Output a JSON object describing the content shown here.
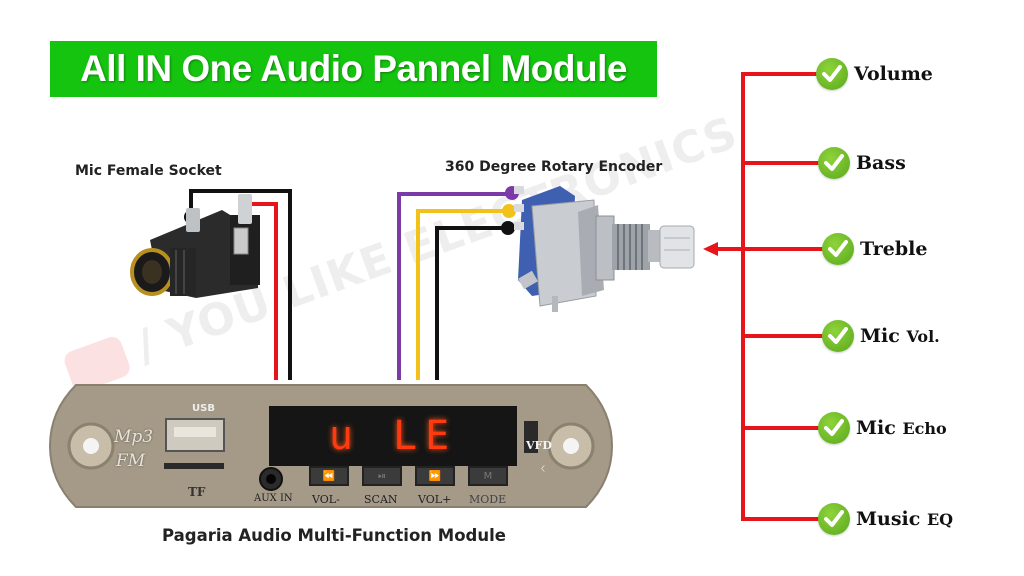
{
  "title": "All IN One Audio Pannel Module",
  "labels": {
    "mic_socket": "Mic Female Socket",
    "encoder": "360 Degree Rotary Encoder",
    "module": "Pagaria Audio Multi-Function Module"
  },
  "watermark": "/ YOU LIKE ELECTRONICS",
  "module_panel": {
    "usb_label": "USB",
    "tf_label": "TF",
    "logo_top": "Mp3",
    "logo_bottom": "FM",
    "display_text": "u LE",
    "vfd_label": "VFD",
    "aux_label": "AUX IN",
    "buttons": [
      {
        "label": "VOL-",
        "icon": "rewind-icon"
      },
      {
        "label": "SCAN",
        "icon": "play-pause-icon"
      },
      {
        "label": "VOL+",
        "icon": "fast-forward-icon"
      },
      {
        "label": "MODE",
        "icon": "mode-icon"
      }
    ]
  },
  "features": [
    {
      "main": "Volume",
      "sub": ""
    },
    {
      "main": "Bass",
      "sub": ""
    },
    {
      "main": "Treble",
      "sub": ""
    },
    {
      "main": "Mic",
      "sub": "Vol."
    },
    {
      "main": "Mic",
      "sub": "Echo"
    },
    {
      "main": "Music",
      "sub": "EQ"
    }
  ],
  "colors": {
    "banner": "#15c40f",
    "wire_red": "#e8141b",
    "wire_black": "#111111",
    "wire_purple": "#7b3aa6",
    "wire_yellow": "#f2c21b",
    "check_green": "#6cbb25",
    "display_red": "#ff3a10"
  }
}
